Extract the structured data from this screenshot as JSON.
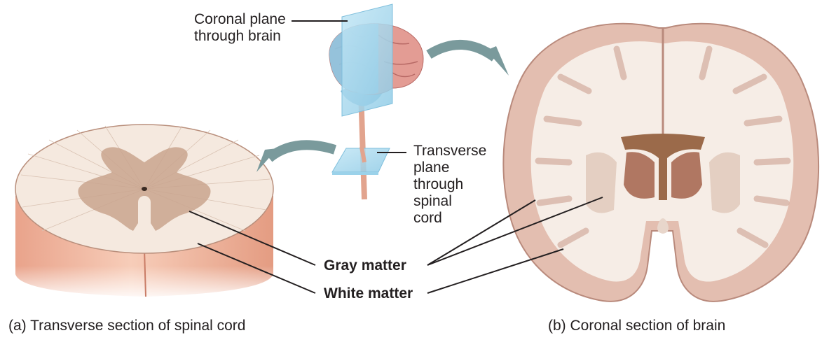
{
  "labels": {
    "coronal_plane": [
      "Coronal plane",
      "through brain"
    ],
    "transverse_plane": [
      "Transverse",
      "plane",
      "through",
      "spinal",
      "cord"
    ],
    "gray_matter": "Gray matter",
    "white_matter": "White matter"
  },
  "captions": {
    "a": "(a) Transverse section of spinal cord",
    "b": "(b) Coronal section of brain"
  },
  "colors": {
    "gray_matter": "#c9a58e",
    "white_matter": "#f6ede6",
    "cortex": "#e3beb0",
    "cord_side": "#e8a188",
    "plane": "#a8d8ee",
    "arrow": "#7a9a9c",
    "ventricle": "#9b6a4a",
    "nuclei": "#b07762"
  }
}
